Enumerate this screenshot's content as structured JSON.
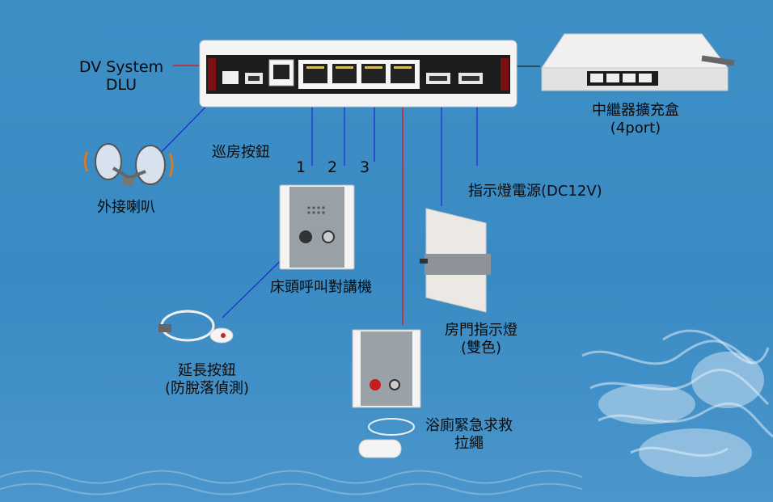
{
  "labels": {
    "dlu_line1": "DV System",
    "dlu_line2": "DLU",
    "patrol_button": "巡房按鈕",
    "speaker": "外接喇叭",
    "port_1": "1",
    "port_2": "2",
    "port_3": "3",
    "repeater_line1": "中繼器擴充盒",
    "repeater_line2": "(4port)",
    "indicator_power": "指示燈電源(DC12V)",
    "bed_intercom": "床頭呼叫對講機",
    "door_light_line1": "房門指示燈",
    "door_light_line2": "(雙色)",
    "ext_button_line1": "延長按鈕",
    "ext_button_line2": "(防脫落偵測)",
    "bath_line1": "浴廁緊急求救",
    "bath_line2": "拉繩"
  },
  "colors": {
    "background": "#3f8fc7",
    "wire_blue": "#1f2fd0",
    "wire_red": "#d0202a",
    "device_body": "#f4f4f4",
    "device_panel": "#1c1c1c"
  }
}
